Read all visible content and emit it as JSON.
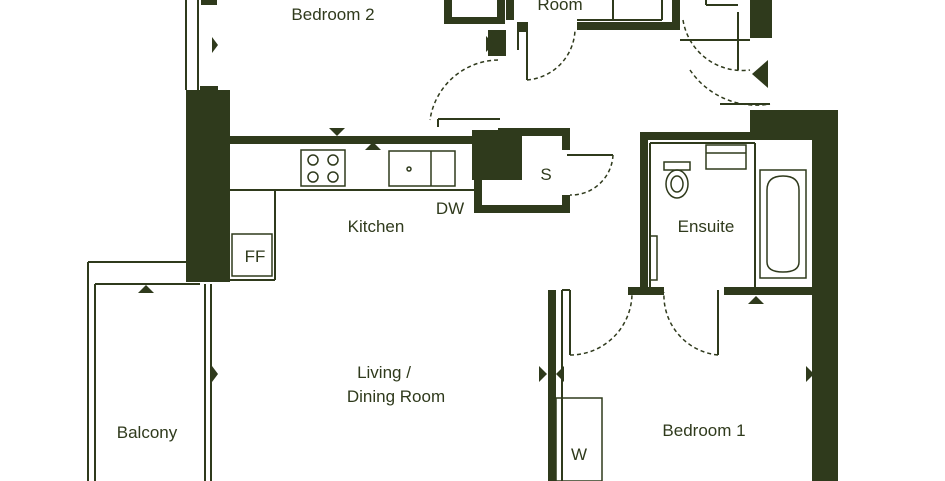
{
  "rooms": {
    "bedroom2": "Bedroom 2",
    "room_partial": "Room",
    "storage": "S",
    "kitchen": "Kitchen",
    "dishwasher": "DW",
    "fridge_freezer": "FF",
    "ensuite": "Ensuite",
    "living": "Living /",
    "dining": "Dining Room",
    "balcony": "Balcony",
    "bedroom1": "Bedroom 1",
    "wardrobe": "W"
  },
  "colors": {
    "wall": "#2f3a1c",
    "line": "#2f3a1c",
    "background": "#ffffff"
  }
}
